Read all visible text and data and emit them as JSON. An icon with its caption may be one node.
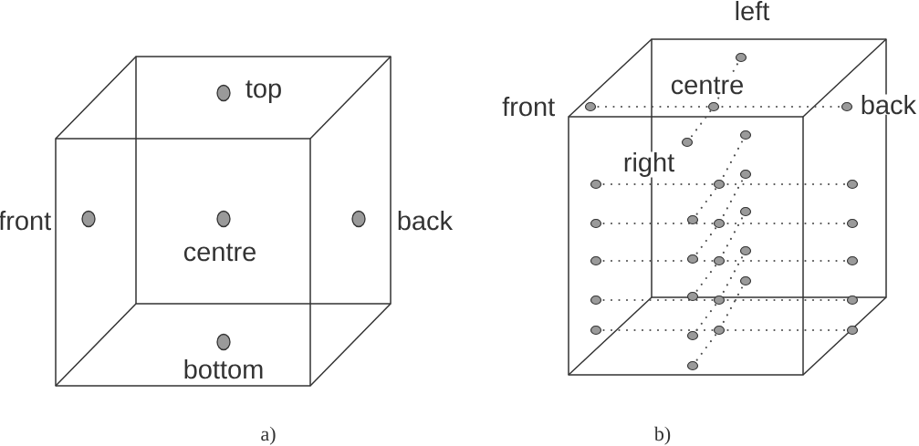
{
  "diagram": {
    "labels": [
      "top",
      "front",
      "centre",
      "back",
      "bottom",
      "a)",
      "left",
      "centre",
      "front",
      "back",
      "right",
      "b)"
    ]
  }
}
